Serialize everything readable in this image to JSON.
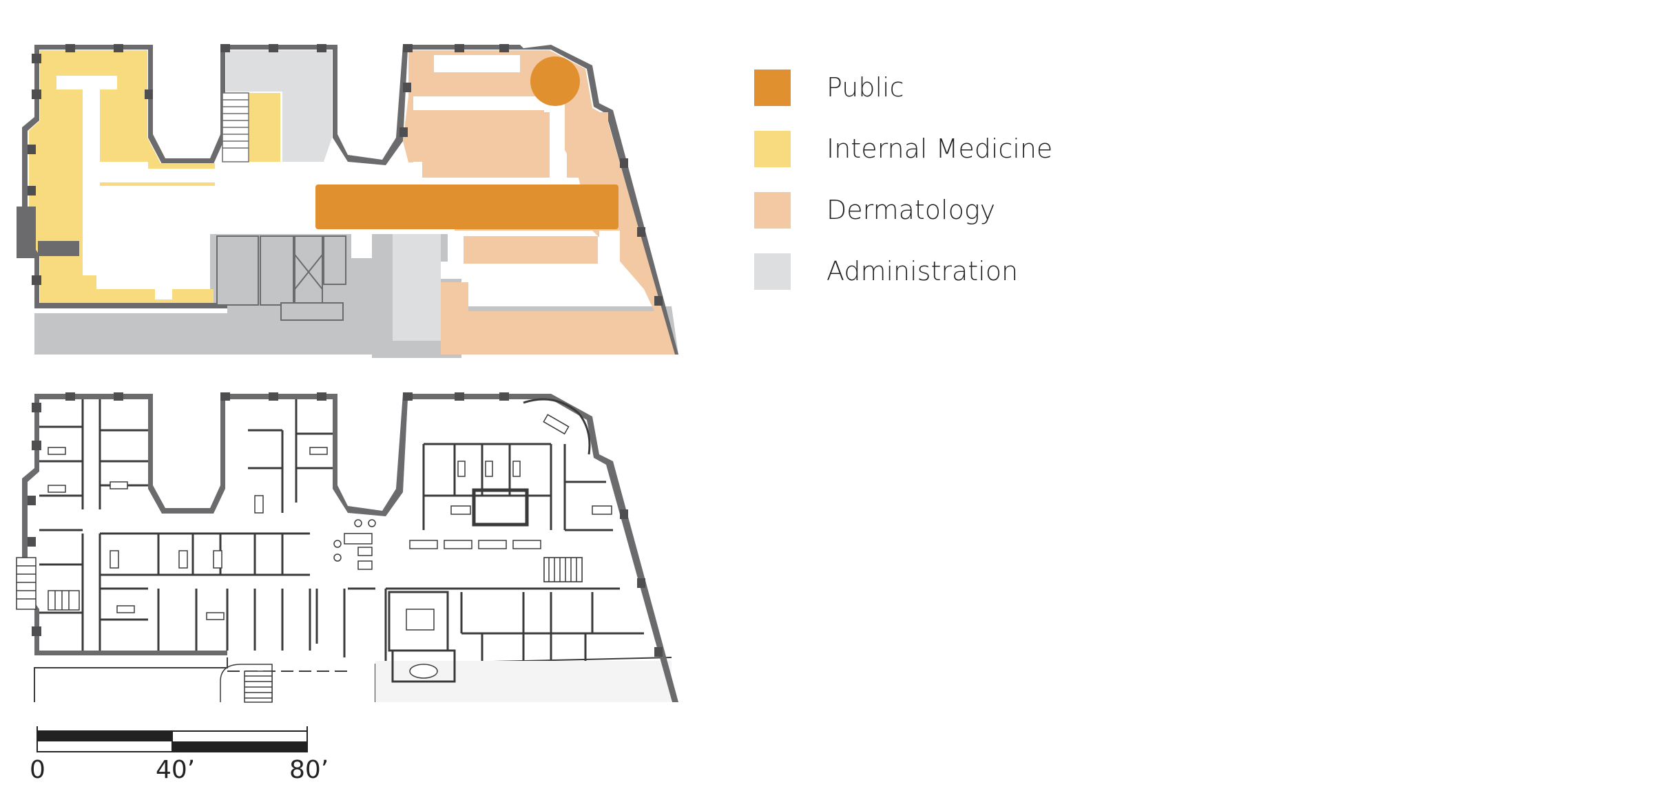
{
  "legend": {
    "items": [
      {
        "label": "Public",
        "color": "#E0902E"
      },
      {
        "label": "Internal Medicine",
        "color": "#F8DA7F"
      },
      {
        "label": "Dermatology",
        "color": "#F2C9A2"
      },
      {
        "label": "Administration",
        "color": "#DCDEE0"
      }
    ]
  },
  "colors": {
    "wall": "#6B6B6D",
    "surround": "#C3C4C6",
    "corridor": "#FFFFFF",
    "line": "#3A3A3A"
  },
  "scale_bar": {
    "labels": [
      "0",
      "40’",
      "80’"
    ]
  }
}
